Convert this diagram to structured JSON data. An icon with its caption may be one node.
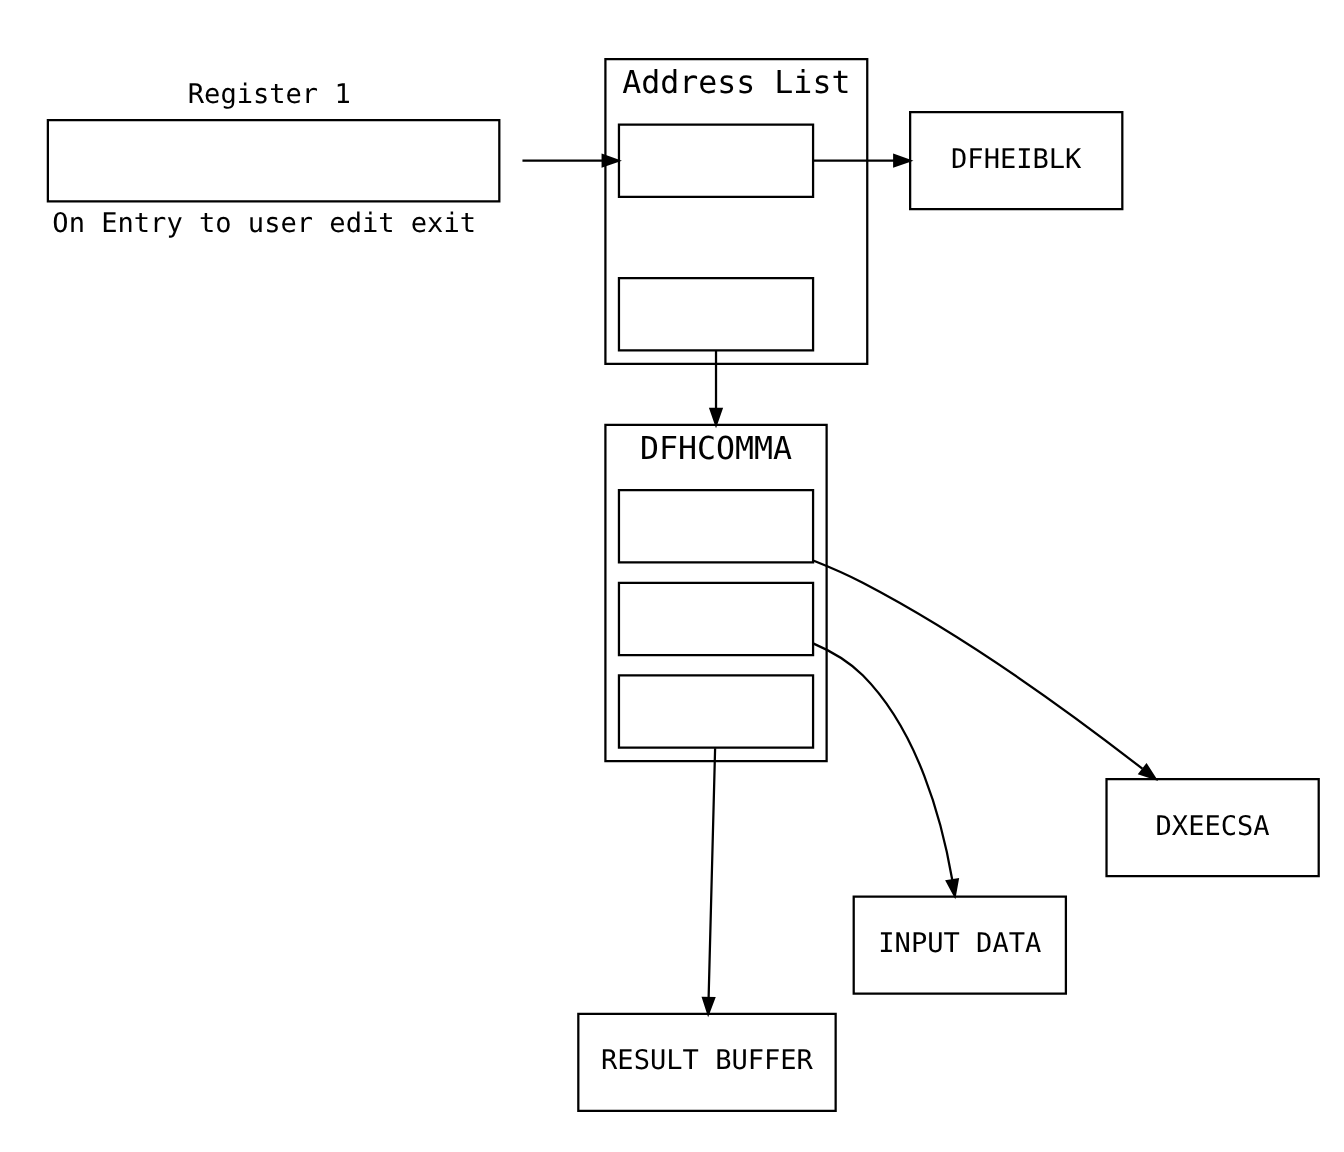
{
  "diagram": {
    "nodes": [
      {
        "text": [
          "Register 1"
        ],
        "beside": [
          "On Entry to user edit exit"
        ]
      },
      {
        "text": [
          "Address List"
        ]
      },
      {
        "text": [],
        "shape": "box",
        "in": 1
      },
      {
        "text": [],
        "shape": "box",
        "in": 1
      },
      {
        "text": [
          "DFHEIBLK"
        ]
      },
      {
        "text": [
          "DFHCOMMA"
        ]
      },
      {
        "text": [],
        "shape": "box",
        "in": 5
      },
      {
        "text": [],
        "shape": "box",
        "in": 5
      },
      {
        "text": [],
        "shape": "box",
        "in": 5
      },
      {
        "text": [
          "DXEECSA"
        ]
      },
      {
        "text": [
          "INPUT DATA"
        ]
      },
      {
        "text": [
          "RESULT BUFFER"
        ]
      }
    ],
    "edges": [
      {
        "from": 0,
        "to": 2,
        "arrow": "to"
      },
      {
        "from": 2,
        "to": 4,
        "arrow": "to"
      },
      {
        "from": 3,
        "to": 5,
        "arrow": "to"
      },
      {
        "from": 6,
        "to": 9,
        "arrow": "to"
      },
      {
        "from": 7,
        "to": 10,
        "arrow": "to"
      },
      {
        "from": 8,
        "to": 11,
        "arrow": "to"
      }
    ]
  }
}
